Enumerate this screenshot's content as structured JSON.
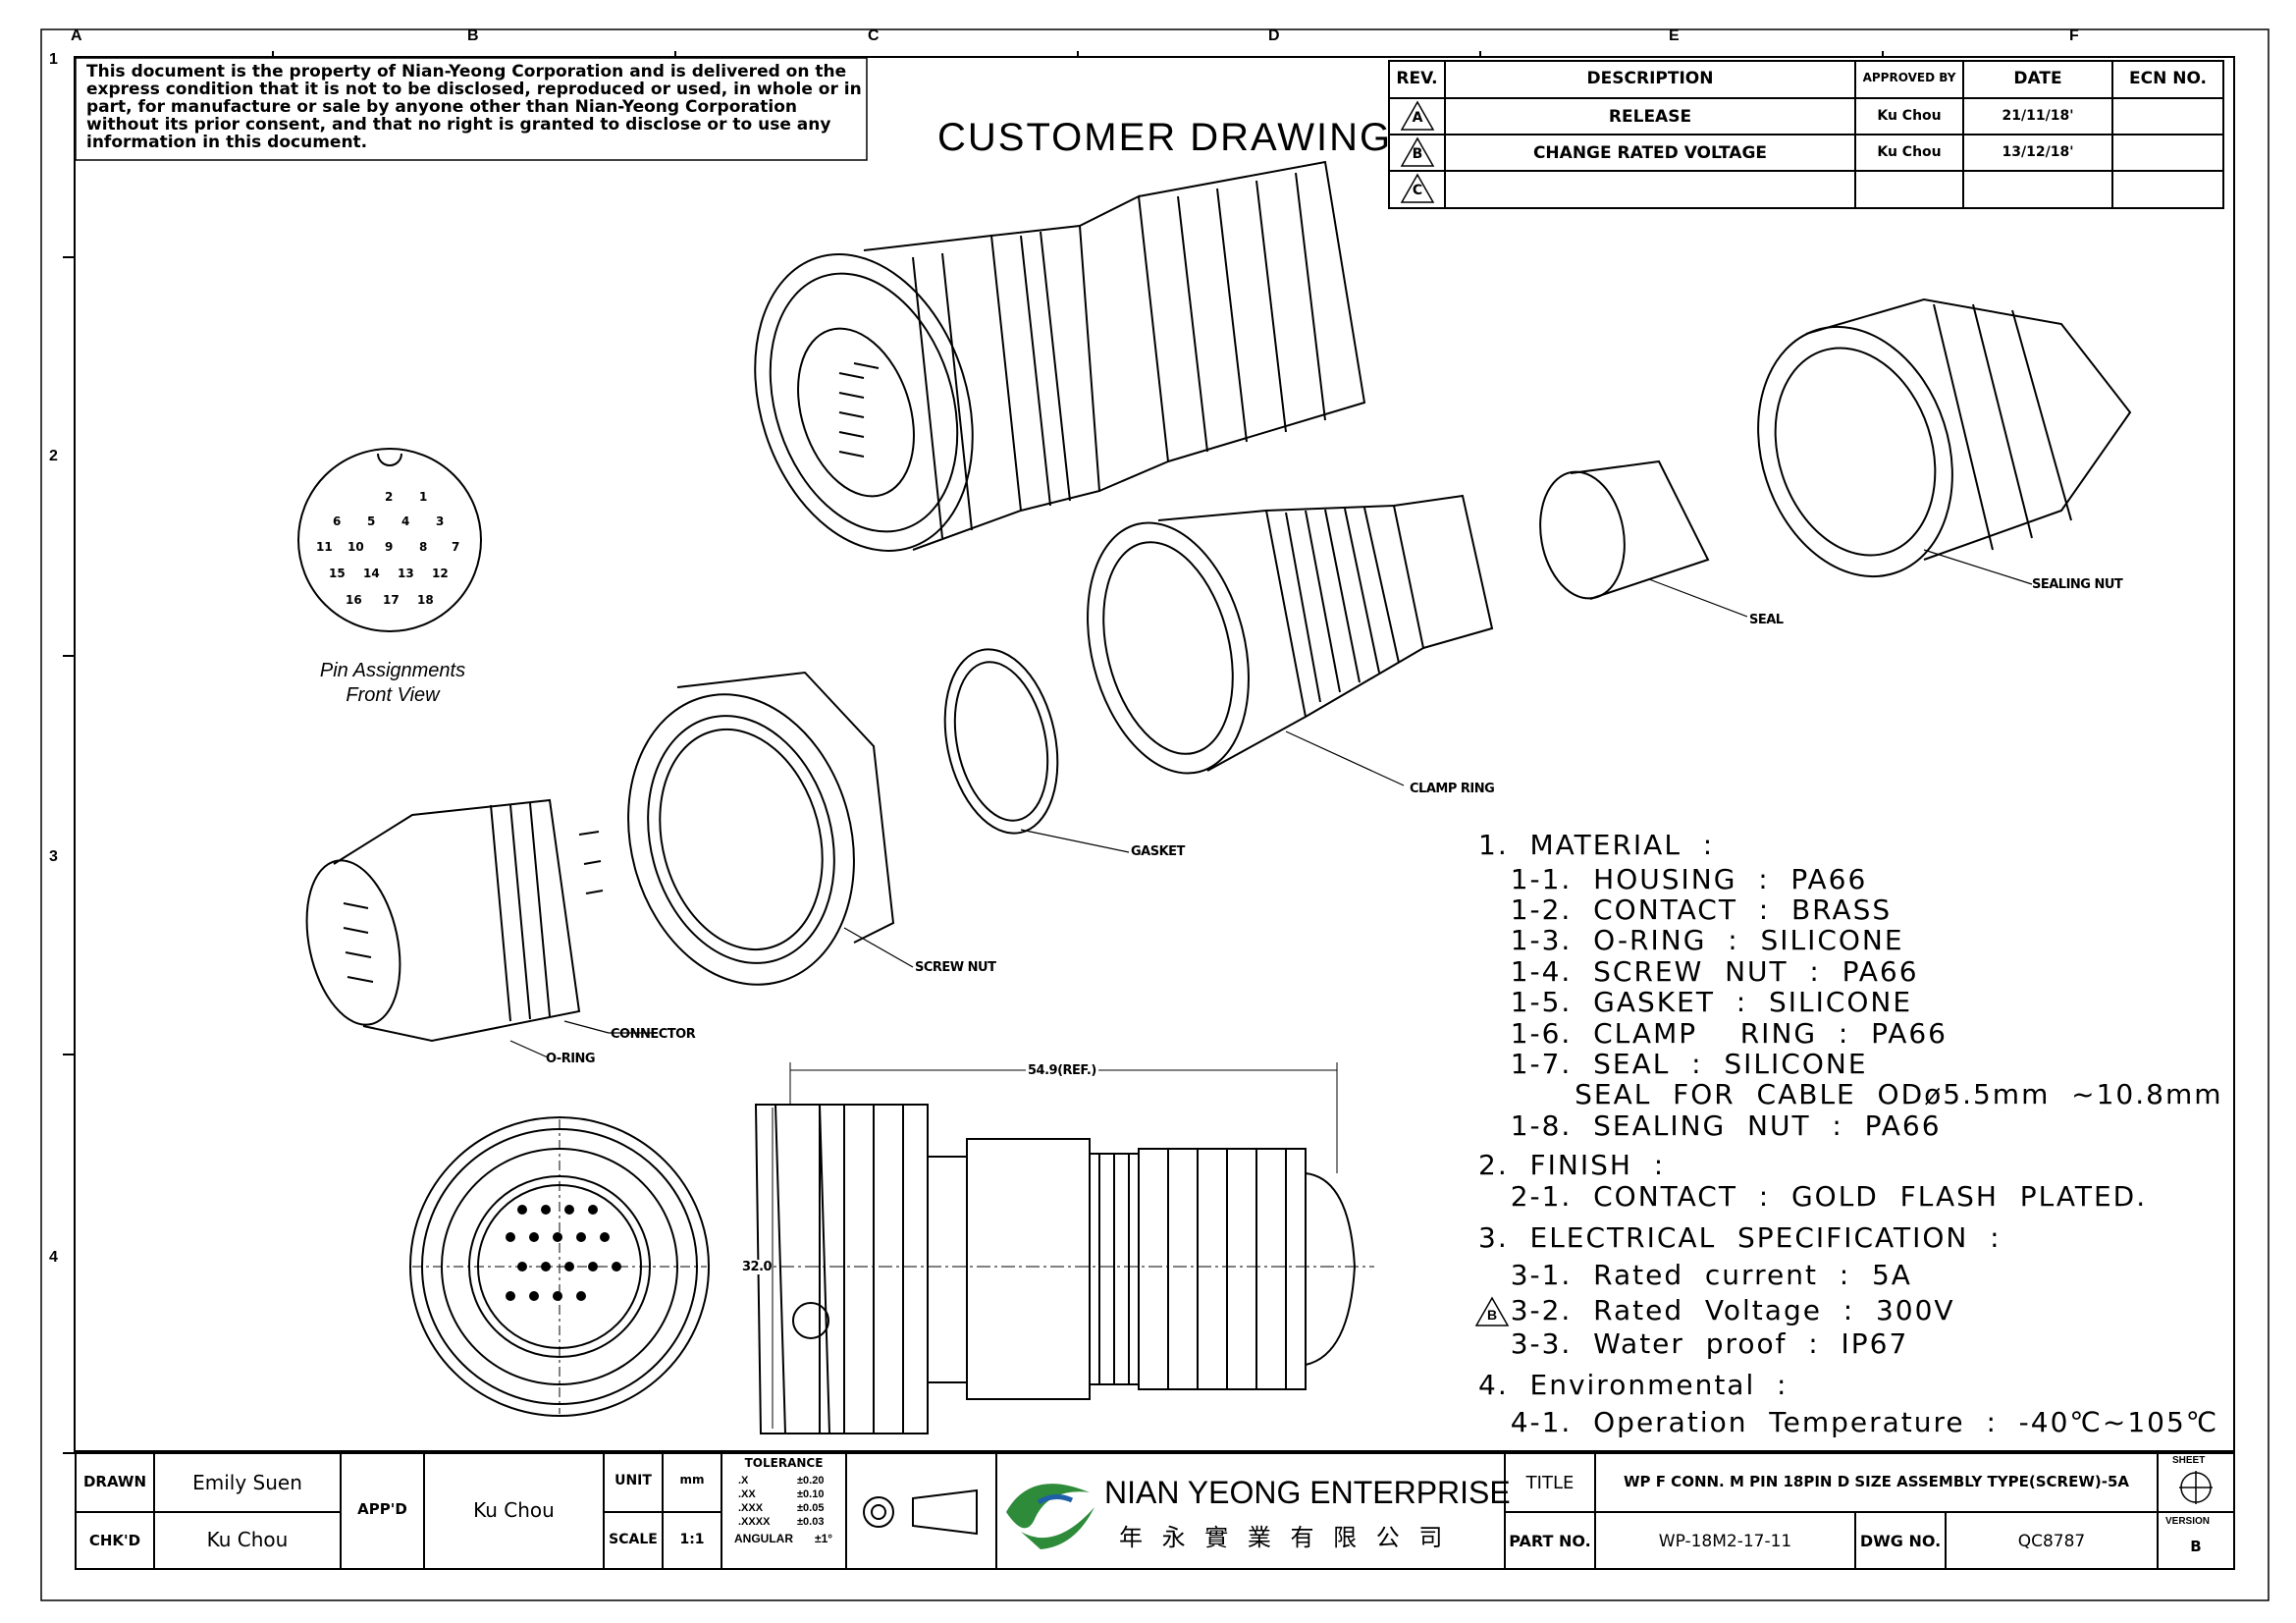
{
  "grid": {
    "columns": [
      "A",
      "B",
      "C",
      "D",
      "E",
      "F"
    ],
    "rows": [
      "1",
      "2",
      "3",
      "4"
    ]
  },
  "notice": "This document is the property of Nian-Yeong Corporation and is delivered on the express condition that it is not to be disclosed, reproduced or used, in whole or in part, for manufacture or sale by anyone other than Nian-Yeong Corporation without its prior consent, and that no right is granted to disclose or to use any information in this document.",
  "drawing_type": "CUSTOMER  DRAWING",
  "revision_table": {
    "headers": [
      "REV.",
      "DESCRIPTION",
      "APPROVED BY",
      "DATE",
      "ECN NO."
    ],
    "rows": [
      {
        "rev": "A",
        "description": "RELEASE",
        "approved_by": "Ku Chou",
        "date": "21/11/18'",
        "ecn": ""
      },
      {
        "rev": "B",
        "description": "CHANGE RATED VOLTAGE",
        "approved_by": "Ku Chou",
        "date": "13/12/18'",
        "ecn": ""
      },
      {
        "rev": "C",
        "description": "",
        "approved_by": "",
        "date": "",
        "ecn": ""
      }
    ]
  },
  "pin_view": {
    "pins": [
      "1",
      "2",
      "3",
      "4",
      "5",
      "6",
      "7",
      "8",
      "9",
      "10",
      "11",
      "12",
      "13",
      "14",
      "15",
      "16",
      "17",
      "18"
    ],
    "caption_line1": "Pin Assignments",
    "caption_line2": "Front View"
  },
  "part_labels": {
    "sealing_nut": "SEALING NUT",
    "seal": "SEAL",
    "clamp_ring": "CLAMP RING",
    "gasket": "GASKET",
    "screw_nut": "SCREW NUT",
    "connector": "CONNECTOR",
    "o_ring": "O-RING"
  },
  "dimensions": {
    "length": "54.9(REF.)",
    "diameter": "32.0"
  },
  "specs": [
    {
      "text": "1.  MATERIAL  :"
    },
    {
      "text": "   1-1.  HOUSING  :  PA66"
    },
    {
      "text": "   1-2.  CONTACT  :  BRASS"
    },
    {
      "text": "   1-3.  O-RING  :  SILICONE"
    },
    {
      "text": "   1-4.  SCREW  NUT  :  PA66"
    },
    {
      "text": "   1-5.  GASKET  :  SILICONE"
    },
    {
      "text": "   1-6.  CLAMP    RING  :  PA66"
    },
    {
      "text": "   1-7.  SEAL  :  SILICONE"
    },
    {
      "text": "         SEAL  FOR  CABLE  ODø5.5mm  ~10.8mm"
    },
    {
      "text": "   1-8.  SEALING  NUT  :  PA66"
    },
    {
      "text": "2.  FINISH  :"
    },
    {
      "text": "   2-1.  CONTACT  :  GOLD  FLASH  PLATED."
    },
    {
      "text": "3.  ELECTRICAL  SPECIFICATION  :"
    },
    {
      "text": "   3-1.  Rated  current  :  5A"
    },
    {
      "text": "   3-2.  Rated  Voltage  :  300V",
      "rev_mark": "B"
    },
    {
      "text": "   3-3.  Water  proof  :  IP67"
    },
    {
      "text": "4.  Environmental  :"
    },
    {
      "text": "   4-1.  Operation  Temperature  :  -40℃~105℃"
    }
  ],
  "title_block": {
    "drawn_label": "DRAWN",
    "drawn_by": "Emily Suen",
    "checked_label": "CHK'D",
    "checked_by": "Ku Chou",
    "approved_label": "APP'D",
    "approved_by": "Ku Chou",
    "unit_label": "UNIT",
    "unit_value": "mm",
    "scale_label": "SCALE",
    "scale_value": "1:1",
    "tolerance_title": "TOLERANCE",
    "tolerances": [
      {
        "k": ".X",
        "v": "±0.20"
      },
      {
        "k": ".XX",
        "v": "±0.10"
      },
      {
        "k": ".XXX",
        "v": "±0.05"
      },
      {
        "k": ".XXXX",
        "v": "±0.03"
      }
    ],
    "angular_label": "ANGULAR",
    "angular_value": "±1°",
    "company_name": "NIAN YEONG ENTERPRISE",
    "company_name_cn": "年 永 實 業 有 限 公 司",
    "title_label": "TITLE",
    "title_value": "WP F CONN. M PIN 18PIN D SIZE ASSEMBLY TYPE(SCREW)-5A",
    "part_no_label": "PART NO.",
    "part_no": "WP-18M2-17-11",
    "dwg_no_label": "DWG NO.",
    "dwg_no": "QC8787",
    "sheet_label": "SHEET",
    "version_label": "VERSION",
    "version": "B"
  }
}
